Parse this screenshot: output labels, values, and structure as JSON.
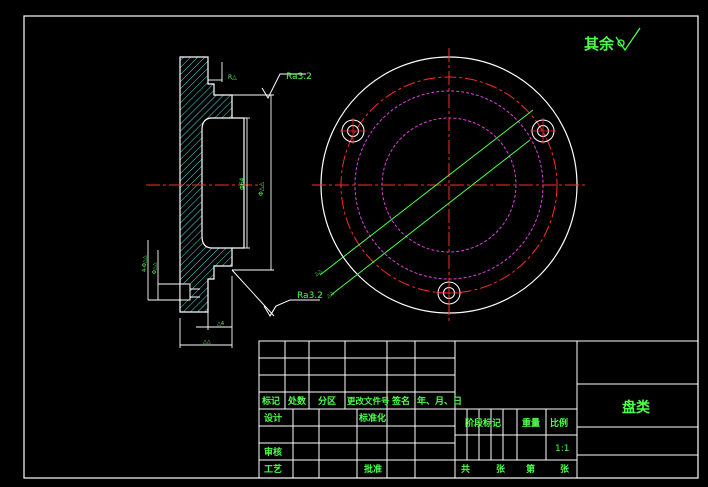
{
  "drawing": {
    "note_other_finish": "其余",
    "roughness_upper": "Ra3.2",
    "roughness_lower": "Ra3.2",
    "dims": {
      "top_step": "R△",
      "dia_main": "Φ64",
      "dia_outer": "Φ△△",
      "left_stack": "4-Φ△△",
      "left_stack2": "Φ△△",
      "bottom_small": "△4",
      "bottom_total": "△△",
      "leader_a": "△△",
      "leader_b": "△△"
    }
  },
  "title_block": {
    "row_headers": [
      "标记",
      "处数",
      "分区",
      "更改文件号",
      "签名",
      "年、月、日"
    ],
    "design": "设计",
    "standardize": "标准化",
    "review": "审核",
    "process": "工艺",
    "approve": "批准",
    "stage_mark": "阶段标记",
    "weight": "重量",
    "scale": "比例",
    "scale_value": "1:1",
    "total": "共",
    "sheets": "张",
    "page": "第",
    "sheet": "张",
    "part_name": "盘类"
  }
}
